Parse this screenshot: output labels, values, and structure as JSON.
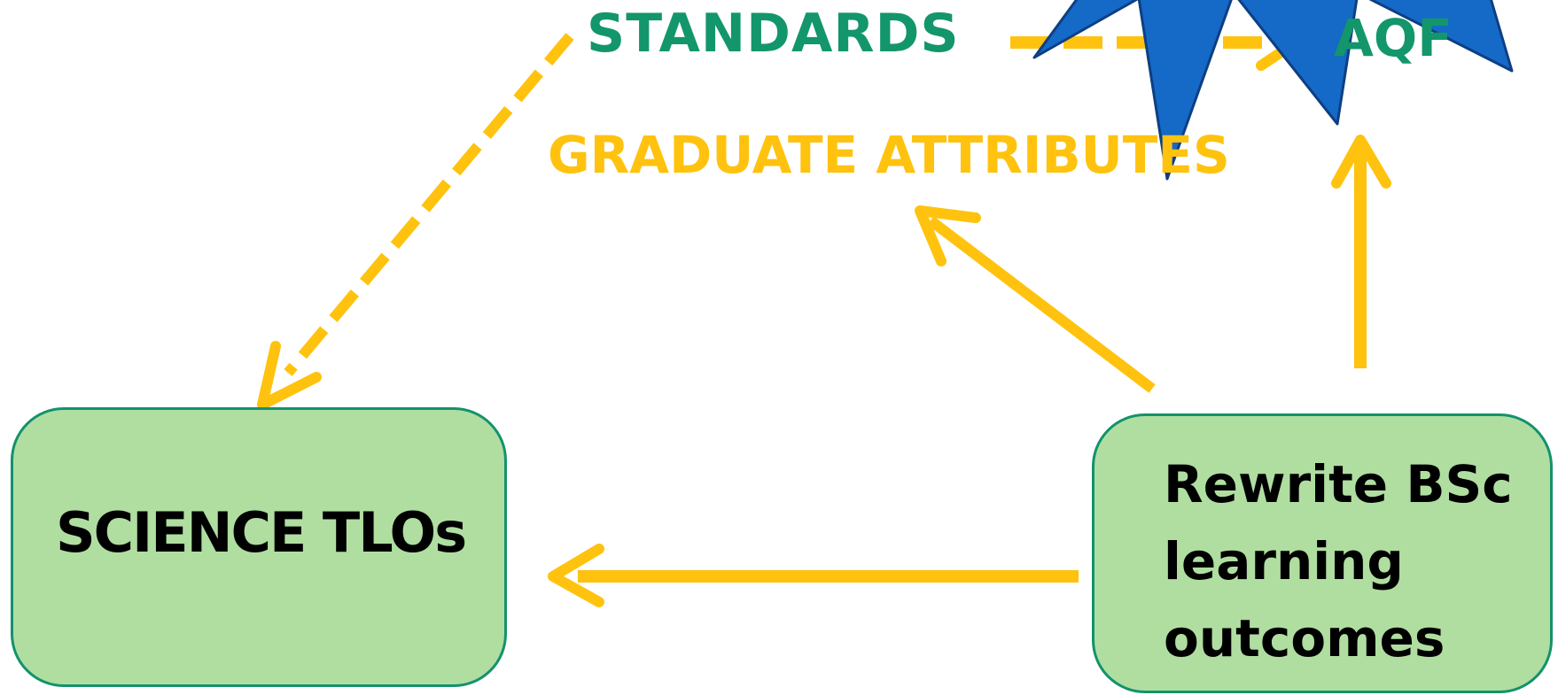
{
  "labels": {
    "standards": "STANDARDS",
    "aqf": "AQF",
    "graduate_attributes": "GRADUATE ATTRIBUTES"
  },
  "boxes": {
    "science_tlos": "SCIENCE TLOs",
    "rewrite_lines": [
      "Rewrite BSc",
      "learning",
      "outcomes"
    ]
  },
  "colors": {
    "standards_text": "#13966b",
    "aqf_text": "#13966b",
    "graduate_attributes_text": "#ffc20e",
    "arrow": "#ffc20e",
    "box_fill": "#b0dea1",
    "box_border": "#13926d",
    "box_text": "#000000",
    "star_fill": "#1569c7",
    "star_stroke": "#0d3f82"
  }
}
